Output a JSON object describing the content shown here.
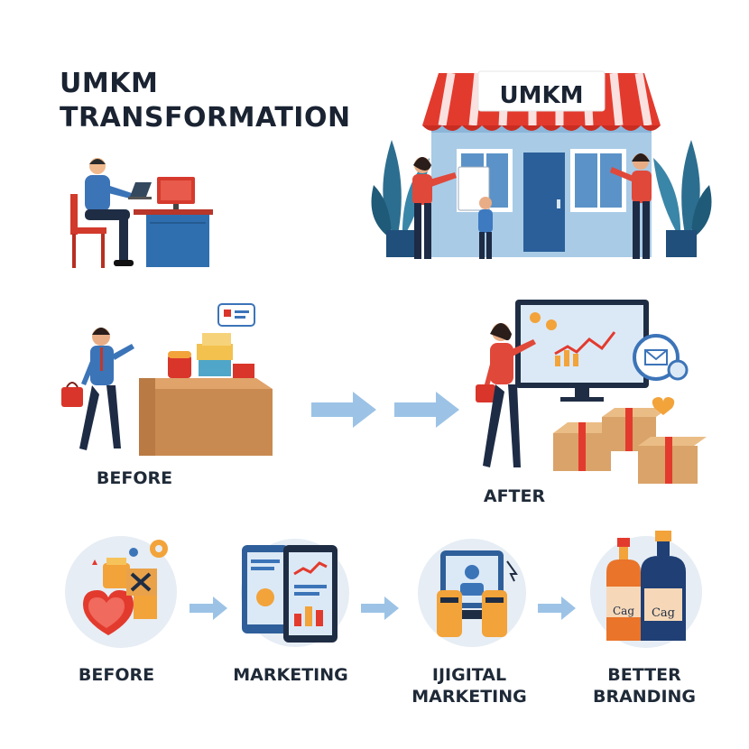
{
  "title": {
    "line1": "UMKM",
    "line2": "TRANSFORMATION"
  },
  "store": {
    "sign": "UMKM"
  },
  "middle": {
    "before": "BEFORE",
    "after": "AFTER"
  },
  "steps": [
    {
      "lines": [
        "BEFORE"
      ]
    },
    {
      "lines": [
        "MARKETING"
      ]
    },
    {
      "lines": [
        "IJIGITAL",
        "MARKETING"
      ]
    },
    {
      "lines": [
        "BETTER",
        "BRANDING"
      ]
    }
  ],
  "bottles": {
    "label_left": "Cag",
    "label_right": "Cag"
  },
  "colors": {
    "accent_blue": "#2f6fb0",
    "accent_red": "#e23b2e",
    "box_tan": "#d9a36a",
    "arrow_blue": "#9cc3e6"
  }
}
